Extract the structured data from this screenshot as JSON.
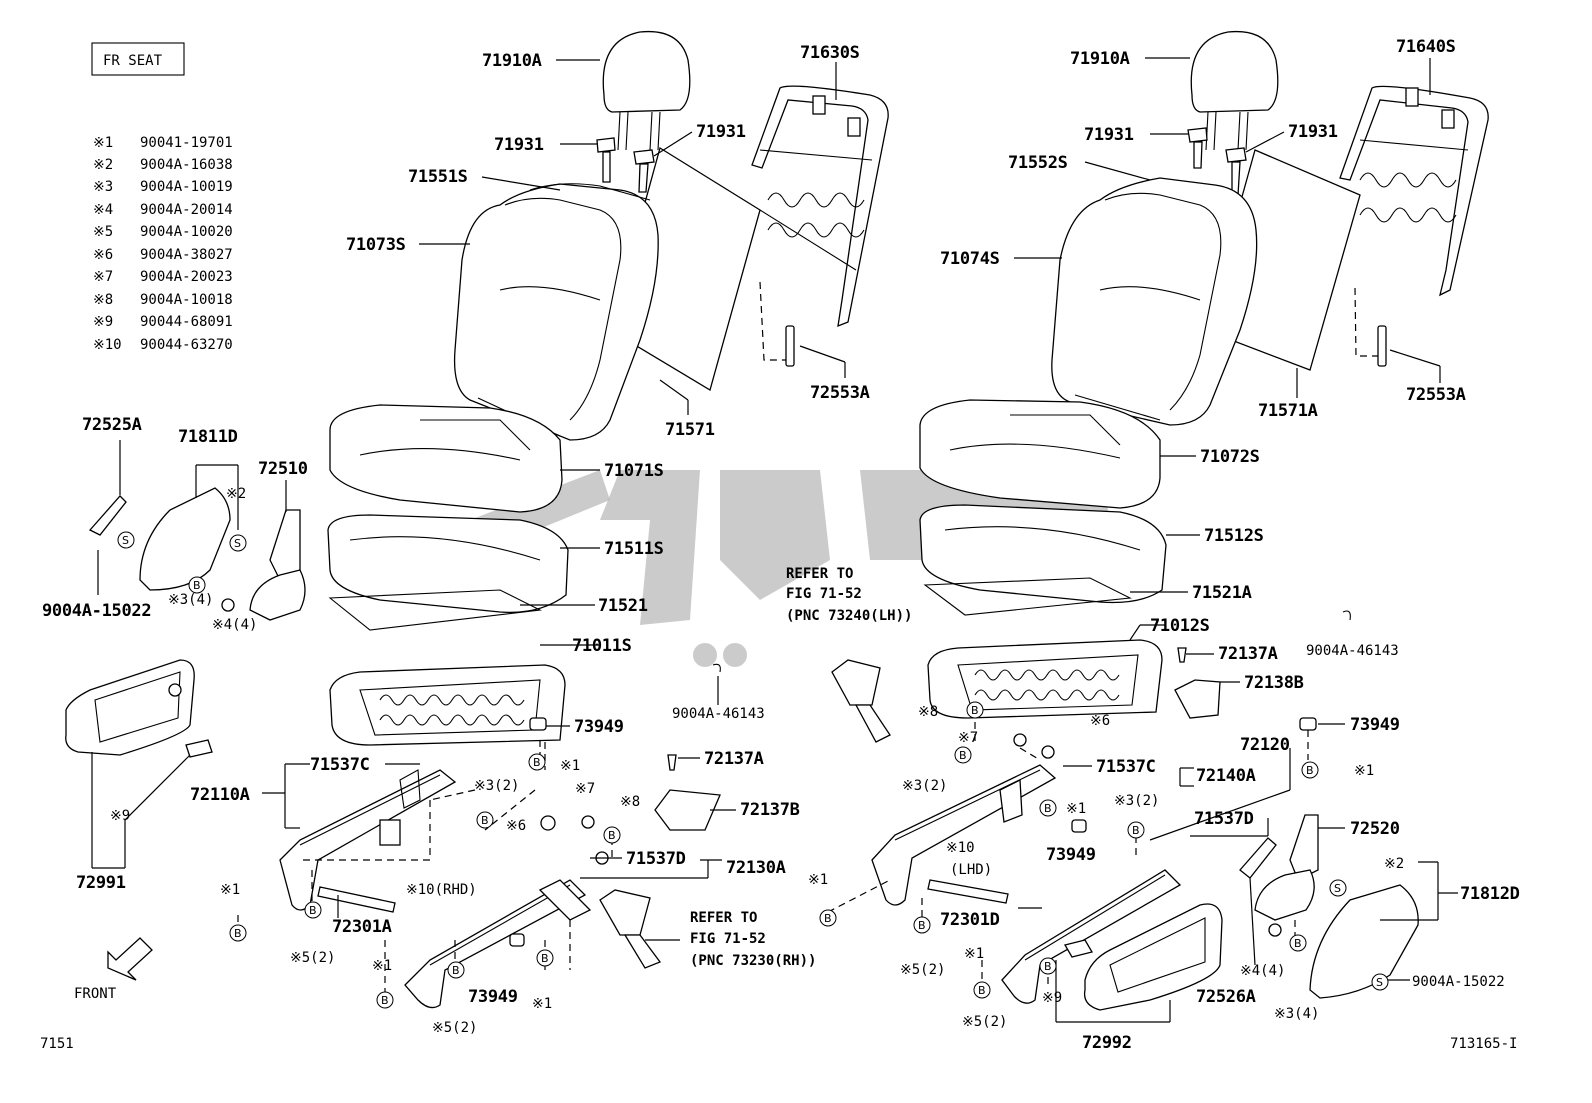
{
  "header": {
    "box_label": "FR SEAT"
  },
  "legend": [
    {
      "mark": "※1",
      "part": "90041-19701"
    },
    {
      "mark": "※2",
      "part": "9004A-16038"
    },
    {
      "mark": "※3",
      "part": "9004A-10019"
    },
    {
      "mark": "※4",
      "part": "9004A-20014"
    },
    {
      "mark": "※5",
      "part": "9004A-10020"
    },
    {
      "mark": "※6",
      "part": "9004A-38027"
    },
    {
      "mark": "※7",
      "part": "9004A-20023"
    },
    {
      "mark": "※8",
      "part": "9004A-10018"
    },
    {
      "mark": "※9",
      "part": "90044-68091"
    },
    {
      "mark": "※10",
      "part": "90044-63270"
    }
  ],
  "footer": {
    "left_code": "7151",
    "right_code": "713165-I",
    "front_label": "FRONT"
  },
  "references": {
    "lh": [
      "REFER TO",
      "FIG 71-52",
      "(PNC 73240(LH))"
    ],
    "rh": [
      "REFER TO",
      "FIG 71-52",
      "(PNC 73230(RH))"
    ]
  },
  "labels": {
    "l_71910A": "71910A",
    "l_71630S": "71630S",
    "l_71931a": "71931",
    "l_71931b": "71931",
    "l_71551S": "71551S",
    "l_71073S": "71073S",
    "l_72553A": "72553A",
    "l_71571": "71571",
    "l_71071S": "71071S",
    "l_71511S": "71511S",
    "l_71521": "71521",
    "l_71011S": "71011S",
    "l_72525A": "72525A",
    "l_71811D": "71811D",
    "l_72510": "72510",
    "l_9004A15022": "9004A-15022",
    "l_73949a": "73949",
    "l_71537C": "71537C",
    "l_72110A": "72110A",
    "l_72991": "72991",
    "l_9004A46143": "9004A-46143",
    "l_72137A": "72137A",
    "l_72137B": "72137B",
    "l_71537D": "71537D",
    "l_72130A": "72130A",
    "l_72301A": "72301A",
    "l_73949b": "73949",
    "r_71910A": "71910A",
    "r_71640S": "71640S",
    "r_71931a": "71931",
    "r_71931b": "71931",
    "r_71552S": "71552S",
    "r_71074S": "71074S",
    "r_72553A": "72553A",
    "r_71571A": "71571A",
    "r_71072S": "71072S",
    "r_71512S": "71512S",
    "r_71521A": "71521A",
    "r_71012S": "71012S",
    "r_72137A": "72137A",
    "r_9004A46143": "9004A-46143",
    "r_72138B": "72138B",
    "r_73949a": "73949",
    "r_72120": "72120",
    "r_71537C": "71537C",
    "r_72140A": "72140A",
    "r_71537D": "71537D",
    "r_72520": "72520",
    "r_73949b": "73949",
    "r_71812D": "71812D",
    "r_9004A15022": "9004A-15022",
    "r_72301D": "72301D",
    "r_72526A": "72526A",
    "r_72992": "72992"
  },
  "notes": {
    "n_l_2": "※2",
    "n_l_3_4": "※3(4)",
    "n_l_4_4": "※4(4)",
    "n_l_9": "※9",
    "n_l_3_2": "※3(2)",
    "n_l_1a": "※1",
    "n_l_7": "※7",
    "n_l_8": "※8",
    "n_l_6": "※6",
    "n_l_10": "※10(RHD)",
    "n_l_1b": "※1",
    "n_l_5_2a": "※5(2)",
    "n_l_1c": "※1",
    "n_l_5_2b": "※5(2)",
    "n_l_1d": "※1",
    "n_r_8": "※8",
    "n_r_7": "※7",
    "n_r_6": "※6",
    "n_r_3_2a": "※3(2)",
    "n_r_1a": "※1",
    "n_r_3_2b": "※3(2)",
    "n_r_1b": "※1",
    "n_r_10": "※10",
    "n_r_lhd": "(LHD)",
    "n_r_1c": "※1",
    "n_r_5_2a": "※5(2)",
    "n_r_1d": "※1",
    "n_r_5_2b": "※5(2)",
    "n_r_9": "※9",
    "n_r_4_4": "※4(4)",
    "n_r_3_4": "※3(4)",
    "n_r_2": "※2"
  },
  "markers": {
    "bolt": "B",
    "screw": "S"
  },
  "watermark": {
    "text": "ﺳﺮﺑﻊ"
  }
}
